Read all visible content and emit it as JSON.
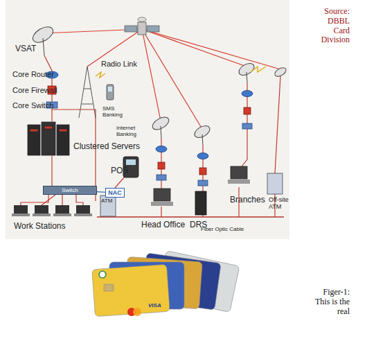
{
  "diagram": {
    "nodes": [
      {
        "text": [
          "Switch"
        ]
      },
      {
        "text": [
          "NAC"
        ]
      }
    ],
    "edges": [
      {
        "from": 1,
        "to": 0,
        "arrow": "none"
      }
    ],
    "labels": [
      "VSAT",
      "Core Router",
      "Radio Link",
      "Core Firewall",
      "Core Switch",
      "SMS Banking",
      "Internet Banking",
      "Clustered Servers",
      "POS",
      "Work Stations",
      "ATM",
      "Head Office",
      "DRS",
      "Branches",
      "Off-site ATM",
      "Fiber Optic Cable",
      "Source: DBBL Card Division",
      "Figer-1: This is the real",
      "VISA"
    ]
  }
}
